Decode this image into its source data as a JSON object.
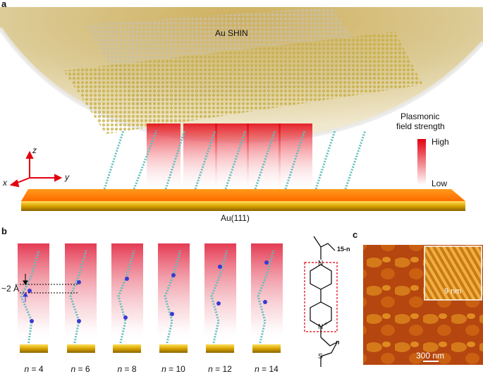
{
  "panel_a": {
    "letter": "a",
    "shin_label": "Au SHIN",
    "substrate_label": "Au(111)",
    "legend": {
      "title_line1": "Plasmonic",
      "title_line2": "field strength",
      "high": "High",
      "low": "Low",
      "gradient_colors": [
        "#e3000f",
        "#ffffff"
      ]
    },
    "axes": {
      "z": "z",
      "x": "x",
      "y": "y"
    }
  },
  "panel_b": {
    "letter": "b",
    "distance_label": "~2 Å",
    "molecules": [
      {
        "n_symbol": "n",
        "eq": " = 4"
      },
      {
        "n_symbol": "n",
        "eq": " = 6"
      },
      {
        "n_symbol": "n",
        "eq": " = 8"
      },
      {
        "n_symbol": "n",
        "eq": " = 10"
      },
      {
        "n_symbol": "n",
        "eq": " = 12"
      },
      {
        "n_symbol": "n",
        "eq": " = 14"
      }
    ],
    "structure": {
      "top_subscript": "15-n",
      "bottom_subscript": "n",
      "atom_n1": "N",
      "atom_n2": "N",
      "atom_s": "S",
      "plus": "+"
    }
  },
  "panel_c": {
    "letter": "c",
    "scale_main": "300 nm",
    "scale_inset": "9 nm"
  }
}
